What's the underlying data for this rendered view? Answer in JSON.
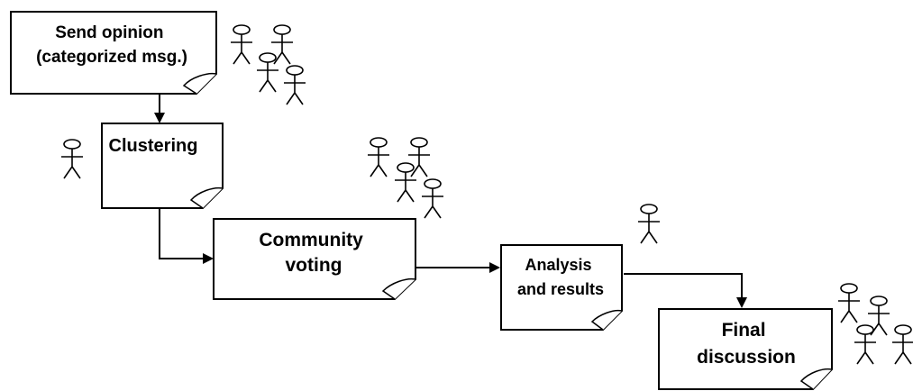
{
  "steps": [
    {
      "id": "send-opinion",
      "lines": [
        "Send opinion",
        "(categorized msg.)"
      ]
    },
    {
      "id": "clustering",
      "lines": [
        "Clustering"
      ]
    },
    {
      "id": "community-voting",
      "lines": [
        "Community",
        "voting"
      ]
    },
    {
      "id": "analysis-results",
      "lines": [
        "Analysis",
        "and results"
      ]
    },
    {
      "id": "final-discussion",
      "lines": [
        "Final",
        "discussion"
      ]
    }
  ],
  "actors": [
    {
      "step": "send-opinion",
      "icon": "crowd-icon",
      "count": 4
    },
    {
      "step": "clustering",
      "icon": "person-icon",
      "count": 1
    },
    {
      "step": "community-voting",
      "icon": "crowd-icon",
      "count": 4
    },
    {
      "step": "analysis-results",
      "icon": "person-icon",
      "count": 1
    },
    {
      "step": "final-discussion",
      "icon": "crowd-icon",
      "count": 4
    }
  ],
  "flow": [
    {
      "from": "send-opinion",
      "to": "clustering"
    },
    {
      "from": "clustering",
      "to": "community-voting"
    },
    {
      "from": "community-voting",
      "to": "analysis-results"
    },
    {
      "from": "analysis-results",
      "to": "final-discussion"
    }
  ]
}
